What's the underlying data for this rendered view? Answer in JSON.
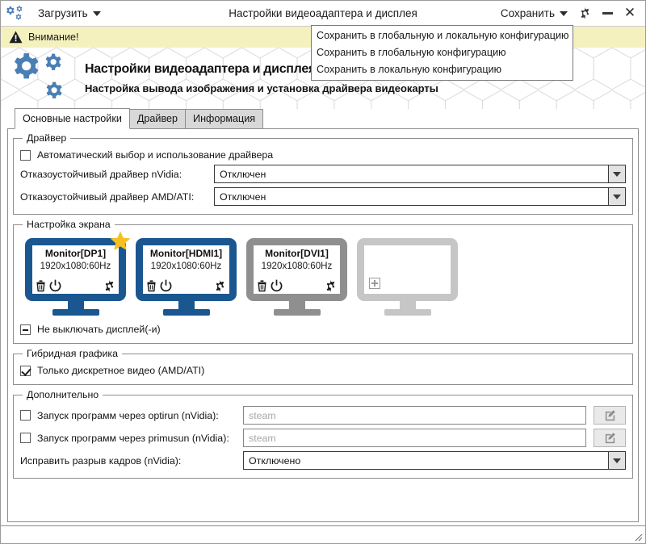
{
  "titlebar": {
    "app_icon": "gears-icon",
    "load_label": "Загрузить",
    "title": "Настройки видеоадаптера и дисплея",
    "save_label": "Сохранить",
    "settings_icon": "gear-icon",
    "minimize_icon": "minimize-icon",
    "close_icon": "close-icon",
    "close_glyph": "✕"
  },
  "save_menu": {
    "items": [
      {
        "label": "Сохранить в глобальную и локальную конфигурацию"
      },
      {
        "label": "Сохранить в глобальную конфигурацию"
      },
      {
        "label": "Сохранить в локальную конфигурацию"
      }
    ]
  },
  "warning": {
    "icon": "warning-triangle-icon",
    "text": "Внимание!",
    "bg": "#f4f1be"
  },
  "banner": {
    "logo_icon": "gears-logo-icon",
    "title": "Настройки видеоадаптера и дисплея",
    "subtitle": "Настройка вывода изображения и установка драйвера видеокарты"
  },
  "tabs": [
    {
      "label": "Основные настройки",
      "active": true
    },
    {
      "label": "Драйвер",
      "active": false
    },
    {
      "label": "Информация",
      "active": false
    }
  ],
  "driver_group": {
    "legend": "Драйвер",
    "auto_checkbox": {
      "label": "Автоматический выбор и использование драйвера",
      "state": "unchecked"
    },
    "nvidia": {
      "label": "Отказоустойчивый драйвер nVidia:",
      "value": "Отключен"
    },
    "amd": {
      "label": "Отказоустойчивый драйвер AMD/ATI:",
      "value": "Отключен"
    }
  },
  "screen_group": {
    "legend": "Настройка экрана",
    "monitors": [
      {
        "name": "Monitor[DP1]",
        "resolution": "1920x1080:60Hz",
        "state": "active",
        "primary": true,
        "color": "#1a5791",
        "icons": [
          "trash-icon",
          "power-icon",
          "gear-icon"
        ]
      },
      {
        "name": "Monitor[HDMI1]",
        "resolution": "1920x1080:60Hz",
        "state": "active",
        "primary": false,
        "color": "#1a5791",
        "icons": [
          "trash-icon",
          "power-icon",
          "gear-icon"
        ]
      },
      {
        "name": "Monitor[DVI1]",
        "resolution": "1920x1080:60Hz",
        "state": "inactive",
        "primary": false,
        "color": "#8f8f8f",
        "icons": [
          "trash-icon",
          "power-icon",
          "gear-icon"
        ]
      },
      {
        "name": "",
        "resolution": "",
        "state": "empty",
        "primary": false,
        "color": "#c6c6c6",
        "icons": [
          "plus-icon"
        ]
      }
    ],
    "keep_on_checkbox": {
      "label": "Не выключать дисплей(-и)",
      "state": "partial"
    }
  },
  "hybrid_group": {
    "legend": "Гибридная графика",
    "discrete_checkbox": {
      "label": "Только дискретное видео (AMD/ATI)",
      "state": "checked"
    }
  },
  "advanced_group": {
    "legend": "Дополнительно",
    "optirun": {
      "label": "Запуск программ через optirun (nVidia):",
      "state": "unchecked",
      "placeholder": "steam",
      "value": "",
      "edit_icon": "edit-pencil-icon"
    },
    "primusrun": {
      "label": "Запуск программ через primusun (nVidia):",
      "state": "unchecked",
      "placeholder": "steam",
      "value": "",
      "edit_icon": "edit-pencil-icon"
    },
    "vsync": {
      "label": "Исправить разрыв кадров (nVidia):",
      "value": "Отключено"
    }
  },
  "statusbar": {
    "text": "",
    "grip_icon": "resize-grip-icon"
  },
  "colors": {
    "accent_blue": "#1a5791",
    "logo_blue": "#4a7fb5",
    "star_yellow": "#f5c020",
    "warning_bg": "#f4f1be",
    "inactive_grey": "#8f8f8f"
  }
}
